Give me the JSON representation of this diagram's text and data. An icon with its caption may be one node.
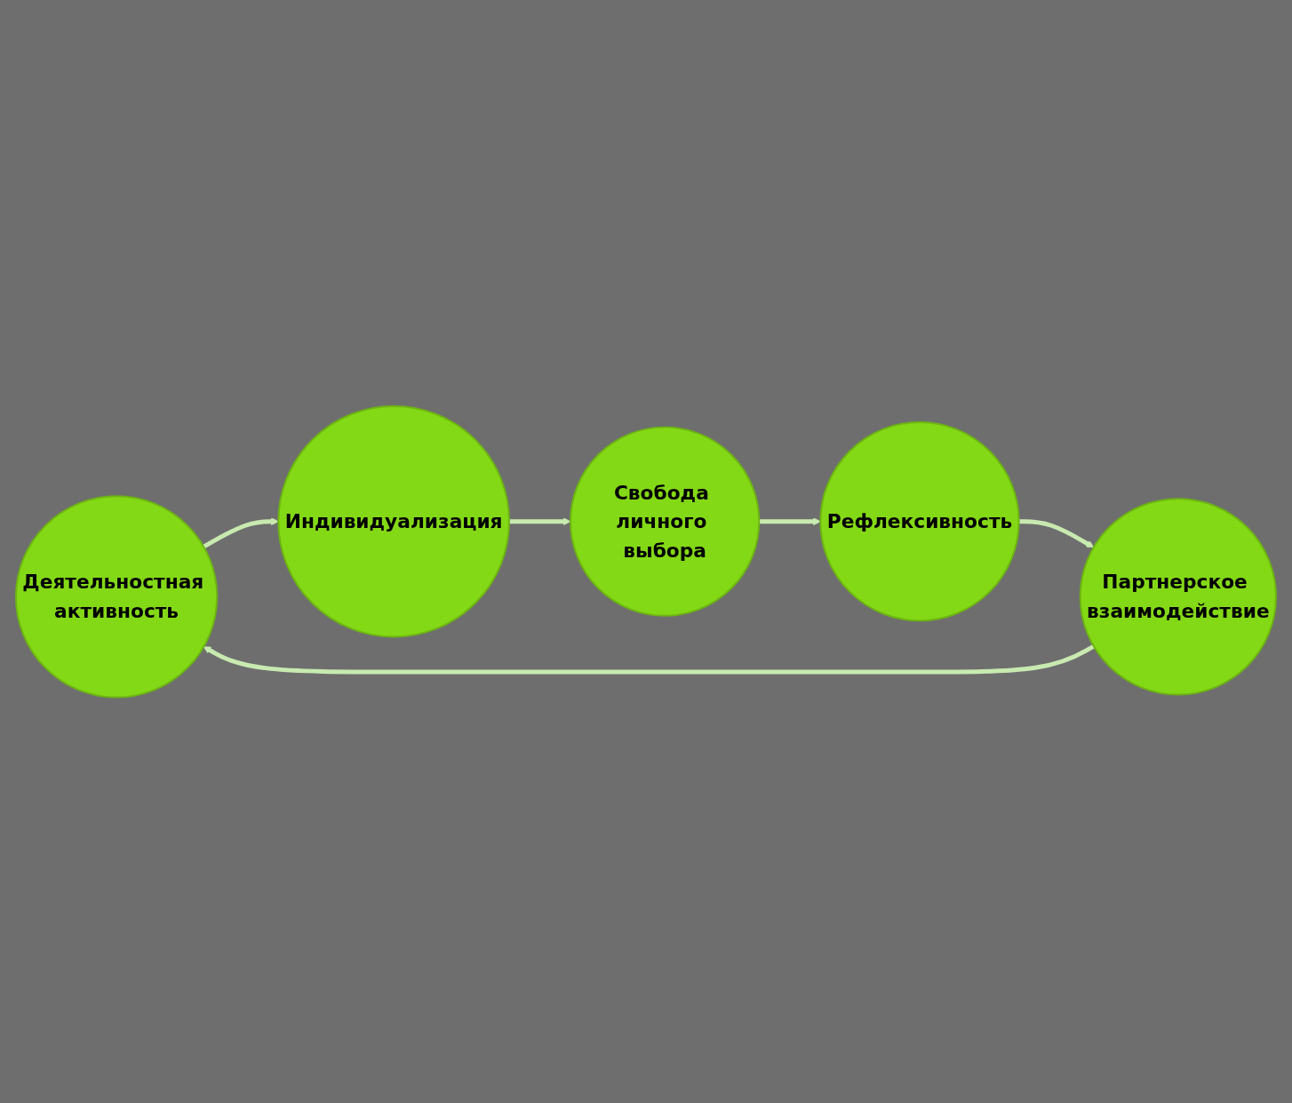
{
  "diagram": {
    "nodes": [
      {
        "text": [
          "Деятельностная активность"
        ]
      },
      {
        "text": [
          "Индивидуализация"
        ]
      },
      {
        "text": [
          "Свобода личного выбора"
        ]
      },
      {
        "text": [
          "Рефлексивность"
        ]
      },
      {
        "text": [
          "Партнерское взаимодействие"
        ]
      }
    ],
    "edges": [
      {
        "from": 0,
        "to": 1,
        "arrow": "to"
      },
      {
        "from": 1,
        "to": 2,
        "arrow": "to"
      },
      {
        "from": 2,
        "to": 3,
        "arrow": "to"
      },
      {
        "from": 3,
        "to": 4,
        "arrow": "to"
      },
      {
        "from": 4,
        "to": 0,
        "arrow": "to"
      }
    ]
  }
}
